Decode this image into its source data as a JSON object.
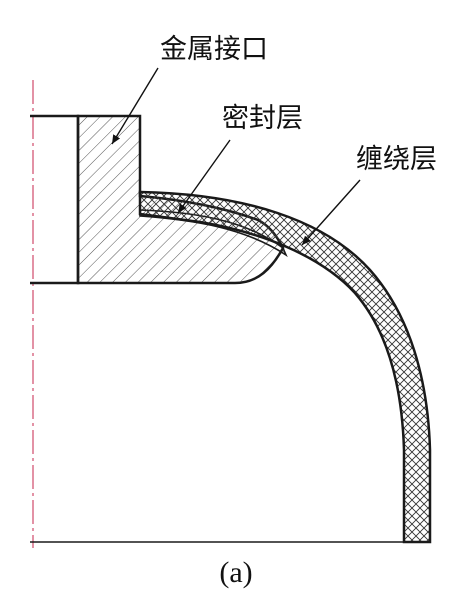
{
  "labels": {
    "metal_port": "金属接口",
    "seal_layer": "密封层",
    "winding_layer": "缠绕层",
    "caption": "(a)"
  },
  "colors": {
    "outline": "#1a1a1a",
    "hatch": "#555555",
    "centerline": "#d04a6a",
    "background": "#ffffff"
  }
}
